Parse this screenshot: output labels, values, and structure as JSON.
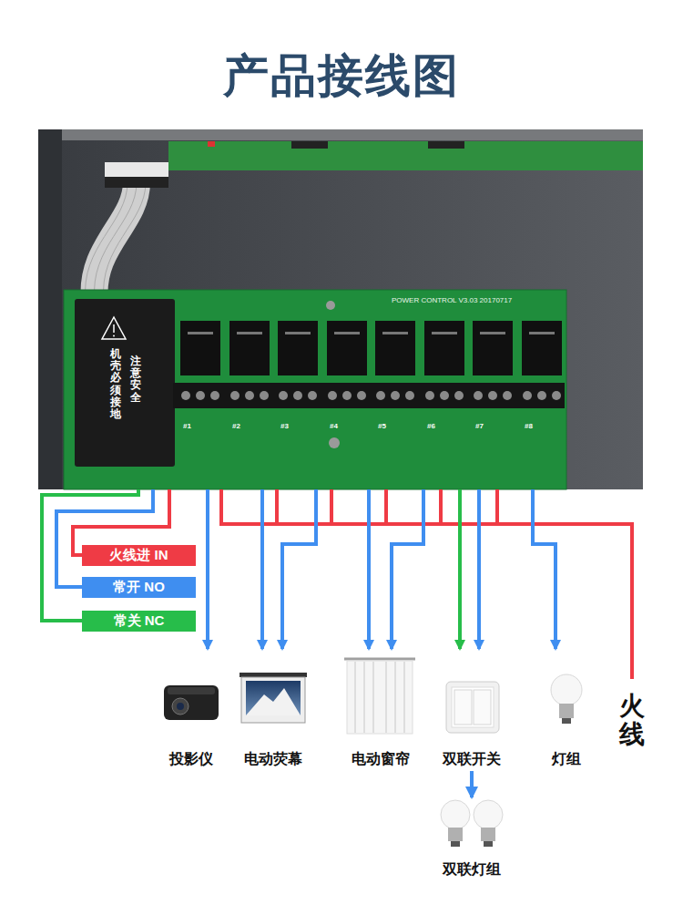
{
  "diagram": {
    "title": "产品接线图",
    "nodes": [
      {
        "text": [
          "投影仪"
        ]
      },
      {
        "text": [
          "电动荧幕"
        ]
      },
      {
        "text": [
          "电动窗帘"
        ]
      },
      {
        "text": [
          "双联开关"
        ]
      },
      {
        "text": [
          "灯组"
        ]
      },
      {
        "text": [
          "双联灯组"
        ]
      }
    ],
    "edges": [
      {
        "from": 3,
        "to": 5,
        "arrow": "to"
      }
    ],
    "labels": [
      "POWER CONTROL V3.03 20170717",
      "注意安全",
      "机壳必须接地",
      "#1",
      "#2",
      "#3",
      "#4",
      "#5",
      "#6",
      "#7",
      "#8",
      "火线"
    ],
    "legend": [
      {
        "text": "火线进 IN",
        "color": "#ef3b45"
      },
      {
        "text": "常开 NO",
        "color": "#3f8ef0"
      },
      {
        "text": "常关 NC",
        "color": "#27bd4a"
      }
    ]
  }
}
